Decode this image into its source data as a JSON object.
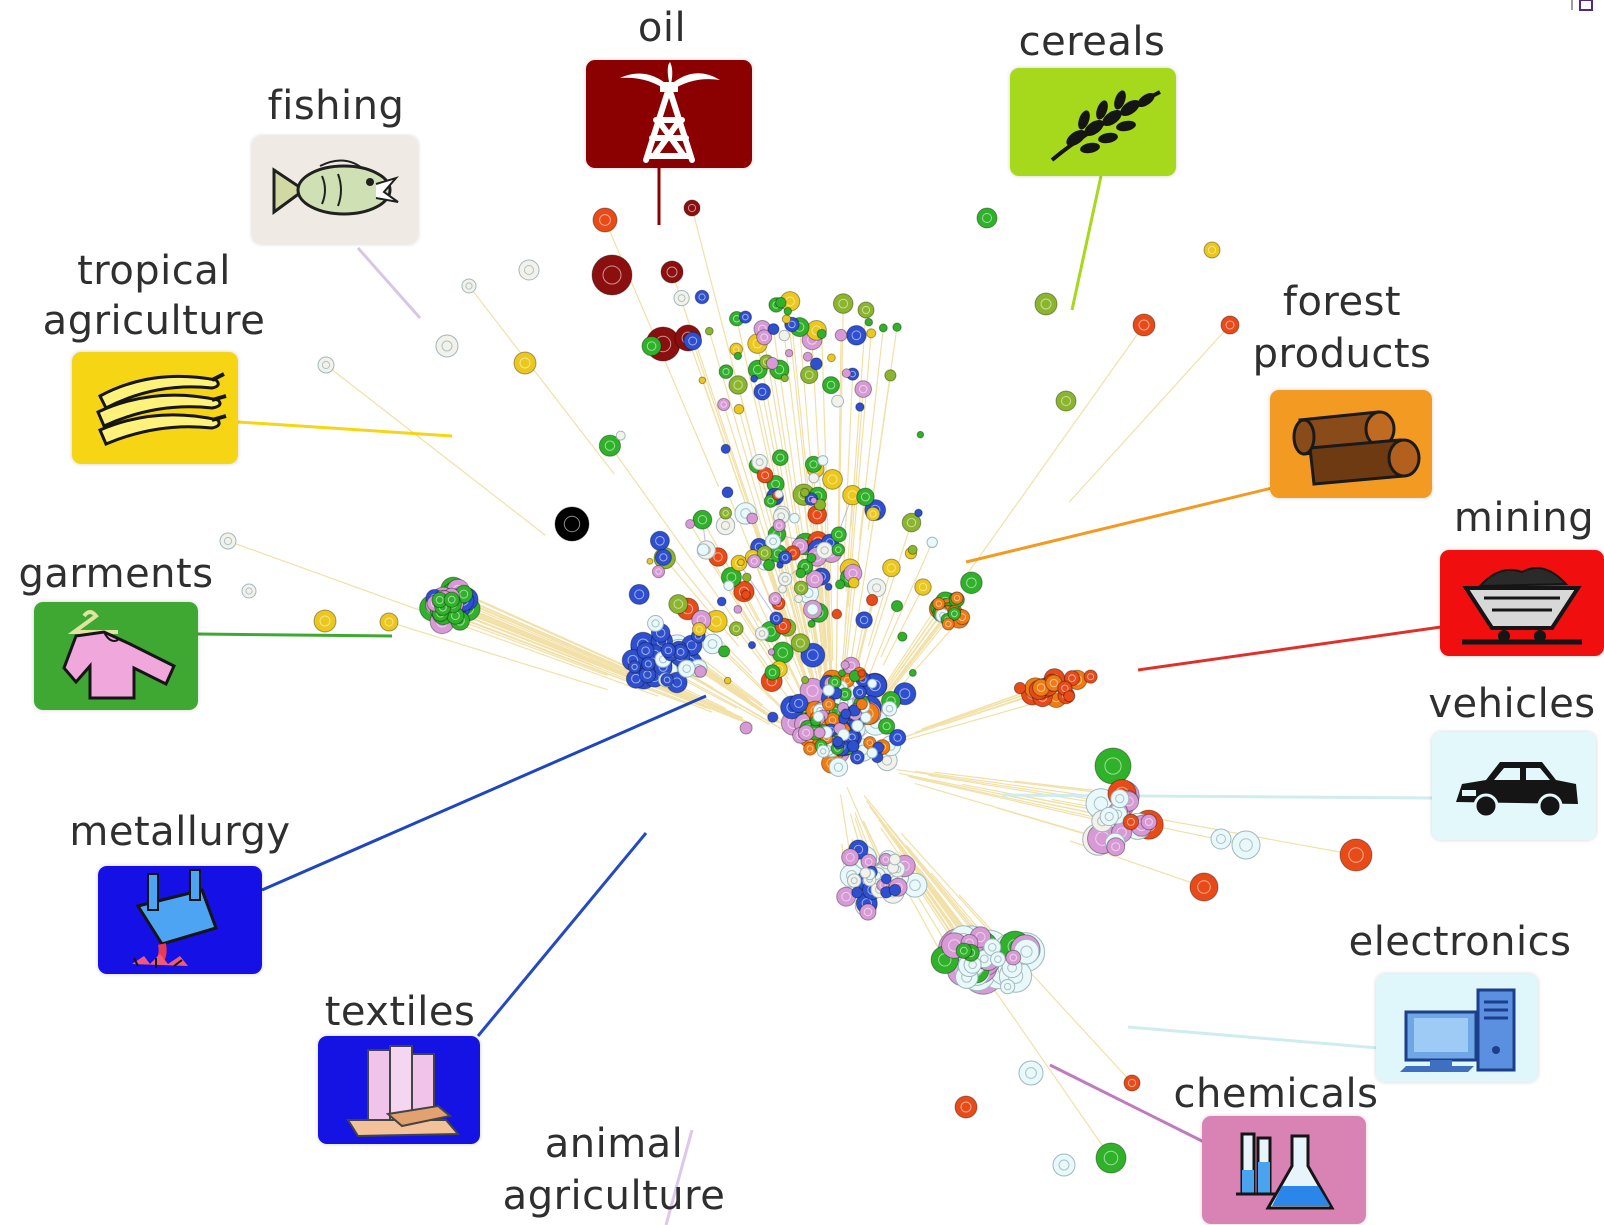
{
  "figure": {
    "categories": [
      {
        "id": "oil",
        "label_lines": [
          "oil"
        ],
        "color": "#8b0000",
        "icon": "oil-derrick-icon"
      },
      {
        "id": "cereals",
        "label_lines": [
          "cereals"
        ],
        "color": "#a6d81c",
        "icon": "wheat-icon"
      },
      {
        "id": "fishing",
        "label_lines": [
          "fishing"
        ],
        "color": "#efebe4",
        "icon": "fish-icon"
      },
      {
        "id": "tropical_agriculture",
        "label_lines": [
          "tropical",
          "agriculture"
        ],
        "color": "#f6d514",
        "icon": "bananas-icon"
      },
      {
        "id": "forest_products",
        "label_lines": [
          "forest",
          "products"
        ],
        "color": "#f39a22",
        "icon": "logs-icon"
      },
      {
        "id": "mining",
        "label_lines": [
          "mining"
        ],
        "color": "#f00e0e",
        "icon": "mine-cart-icon"
      },
      {
        "id": "garments",
        "label_lines": [
          "garments"
        ],
        "color": "#3fa832",
        "icon": "shirt-hanger-icon"
      },
      {
        "id": "vehicles",
        "label_lines": [
          "vehicles"
        ],
        "color": "#e2f8fb",
        "icon": "car-icon"
      },
      {
        "id": "metallurgy",
        "label_lines": [
          "metallurgy"
        ],
        "color": "#1510e6",
        "icon": "ladle-pour-icon"
      },
      {
        "id": "electronics",
        "label_lines": [
          "electronics"
        ],
        "color": "#dff6fb",
        "icon": "computer-icon"
      },
      {
        "id": "textiles",
        "label_lines": [
          "textiles"
        ],
        "color": "#1513e4",
        "icon": "fabric-rolls-icon"
      },
      {
        "id": "chemicals",
        "label_lines": [
          "chemicals"
        ],
        "color": "#d883b4",
        "icon": "flask-icon"
      },
      {
        "id": "animal_agriculture",
        "label_lines": [
          "animal",
          "agriculture"
        ],
        "color": "#e6d8f0",
        "icon": ""
      }
    ],
    "node_colors": {
      "green": "#2fb12a",
      "blue": "#2d4fd0",
      "lightblue": "#e9f8fa",
      "pink": "#d79ad6",
      "orange": "#ef7b12",
      "red": "#e84a18",
      "yellow": "#ecc71c",
      "olive": "#8bb52c",
      "darkred": "#8c0f0f",
      "white": "#f4f1ea",
      "black": "#000000"
    },
    "edge_colors": {
      "cream": "#f2e0a6",
      "lavender": "#a79ee0"
    }
  }
}
